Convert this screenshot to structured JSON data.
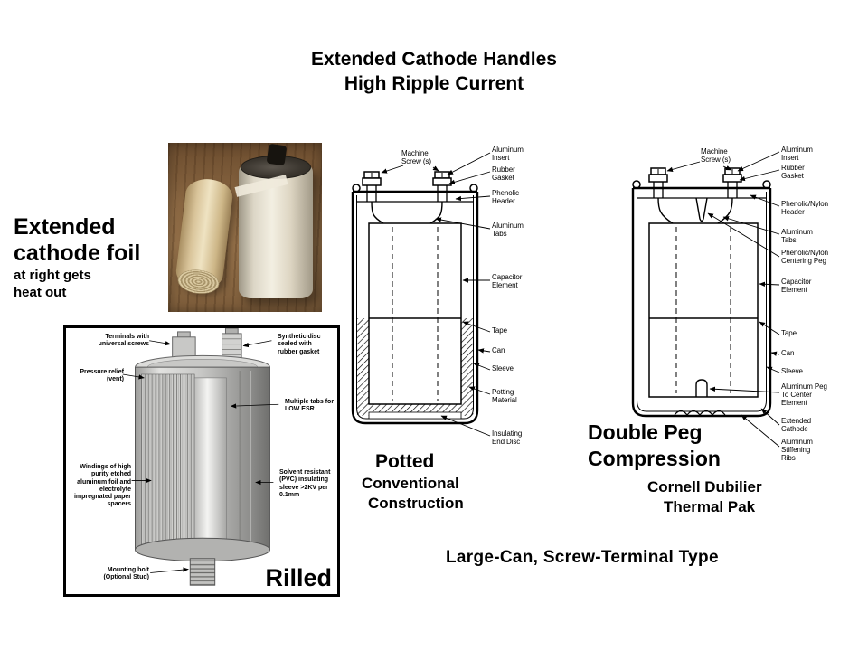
{
  "colors": {
    "background": "#ffffff",
    "ink": "#000000"
  },
  "title": {
    "line1": "Extended Cathode Handles",
    "line2": "High Ripple Current"
  },
  "left_caption": {
    "line1": "Extended",
    "line2": "cathode foil",
    "line3": "at right gets",
    "line4": "heat out"
  },
  "rilled_diagram": {
    "labels": [
      "Terminals with universal screws",
      "Synthetic disc sealed with rubber gasket",
      "Pressure relief (vent)",
      "Multiple tabs for LOW ESR",
      "Windings of high purity etched aluminum foil and electrolyte impregnated paper spacers",
      "Solvent resistant (PVC) insulating sleeve >2KV per 0.1mm",
      "Mounting bolt (Optional Stud)"
    ],
    "caption": "Rilled"
  },
  "potted_diagram": {
    "labels": [
      "Machine Screw (s)",
      "Aluminum Insert",
      "Rubber Gasket",
      "Phenolic Header",
      "Aluminum Tabs",
      "Capacitor Element",
      "Tape",
      "Can",
      "Sleeve",
      "Potting Material",
      "Insulating End Disc"
    ],
    "caption_title": "Potted",
    "caption_sub1": "Conventional",
    "caption_sub2": "Construction"
  },
  "thermalpak_diagram": {
    "labels": [
      "Machine Screw (s)",
      "Aluminum Insert",
      "Rubber Gasket",
      "Phenolic/Nylon Header",
      "Aluminum Tabs",
      "Phenolic/Nylon Centering Peg",
      "Capacitor Element",
      "Tape",
      "Can",
      "Sleeve",
      "Aluminum Peg To Center Element",
      "Extended Cathode",
      "Aluminum Stiffening Ribs"
    ],
    "caption_title1": "Double Peg",
    "caption_title2": "Compression",
    "caption_sub1": "Cornell Dubilier",
    "caption_sub2": "Thermal Pak"
  },
  "footer": {
    "text": "Large-Can, Screw-Terminal Type"
  }
}
